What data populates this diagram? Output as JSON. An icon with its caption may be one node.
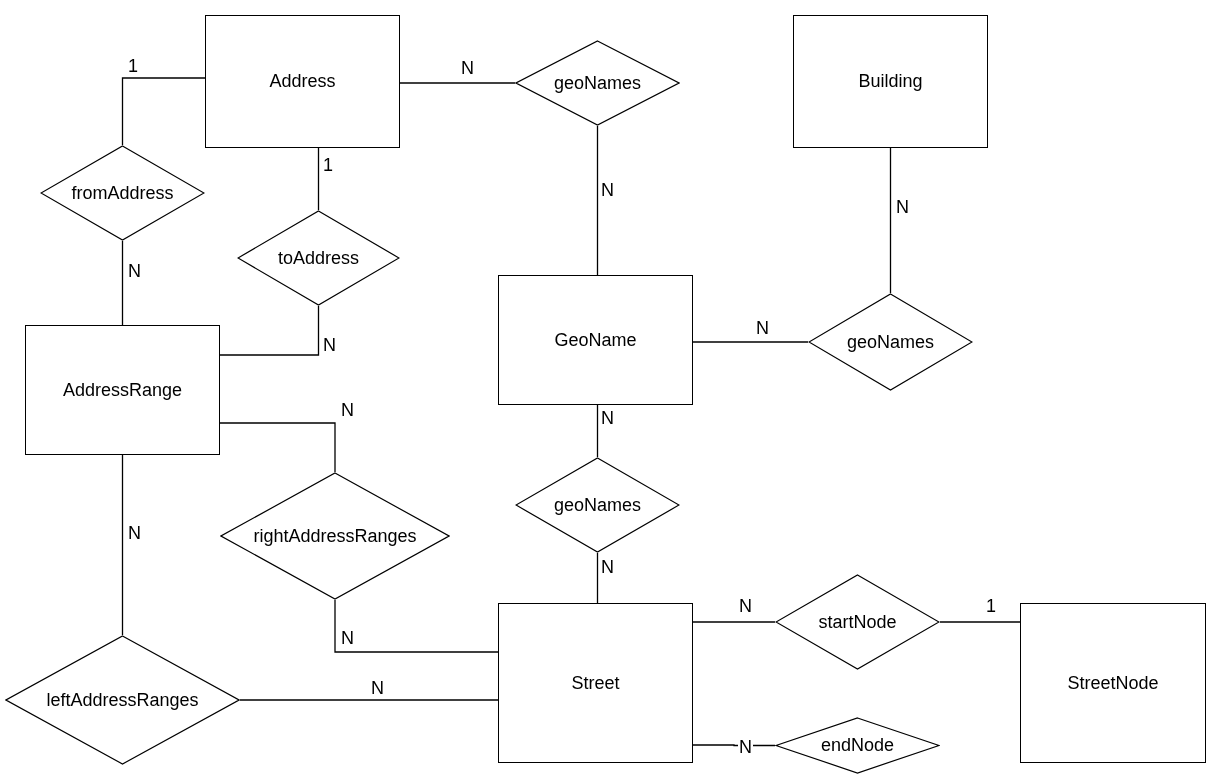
{
  "diagram": {
    "nodes": [
      {
        "text": [
          "Address"
        ]
      },
      {
        "text": [
          "geoNames"
        ]
      },
      {
        "text": [
          "Building"
        ]
      },
      {
        "text": [
          "fromAddress"
        ]
      },
      {
        "text": [
          "toAddress"
        ]
      },
      {
        "text": [
          "GeoName"
        ]
      },
      {
        "text": [
          "geoNames"
        ]
      },
      {
        "text": [
          "AddressRange"
        ]
      },
      {
        "text": [
          "geoNames"
        ]
      },
      {
        "text": [
          "rightAddressRanges"
        ]
      },
      {
        "text": [
          "Street"
        ]
      },
      {
        "text": [
          "startNode"
        ]
      },
      {
        "text": [
          "StreetNode"
        ]
      },
      {
        "text": [
          "leftAddressRanges"
        ]
      },
      {
        "text": [
          "endNode"
        ]
      }
    ],
    "edges": [
      {
        "from": 0,
        "to": 1,
        "arrow": "none",
        "label": "N"
      },
      {
        "from": 1,
        "to": 5,
        "arrow": "none",
        "label": "N"
      },
      {
        "from": 2,
        "to": 6,
        "arrow": "none",
        "label": "N"
      },
      {
        "from": 0,
        "to": 3,
        "arrow": "none",
        "label": "1"
      },
      {
        "from": 3,
        "to": 7,
        "arrow": "none",
        "label": "N"
      },
      {
        "from": 0,
        "to": 4,
        "arrow": "none",
        "label": "1"
      },
      {
        "from": 4,
        "to": 7,
        "arrow": "none",
        "label": "N"
      },
      {
        "from": 5,
        "to": 6,
        "arrow": "none",
        "label": "N"
      },
      {
        "from": 7,
        "to": 9,
        "arrow": "none",
        "label": "N"
      },
      {
        "from": 7,
        "to": 13,
        "arrow": "none",
        "label": "N"
      },
      {
        "from": 5,
        "to": 8,
        "arrow": "none",
        "label": "N"
      },
      {
        "from": 8,
        "to": 10,
        "arrow": "none",
        "label": "N"
      },
      {
        "from": 9,
        "to": 10,
        "arrow": "none",
        "label": "N"
      },
      {
        "from": 13,
        "to": 10,
        "arrow": "none",
        "label": "N"
      },
      {
        "from": 10,
        "to": 11,
        "arrow": "none",
        "label": "N"
      },
      {
        "from": 11,
        "to": 12,
        "arrow": "none",
        "label": "1"
      },
      {
        "from": 10,
        "to": 14,
        "arrow": "none",
        "label": "N"
      }
    ]
  }
}
